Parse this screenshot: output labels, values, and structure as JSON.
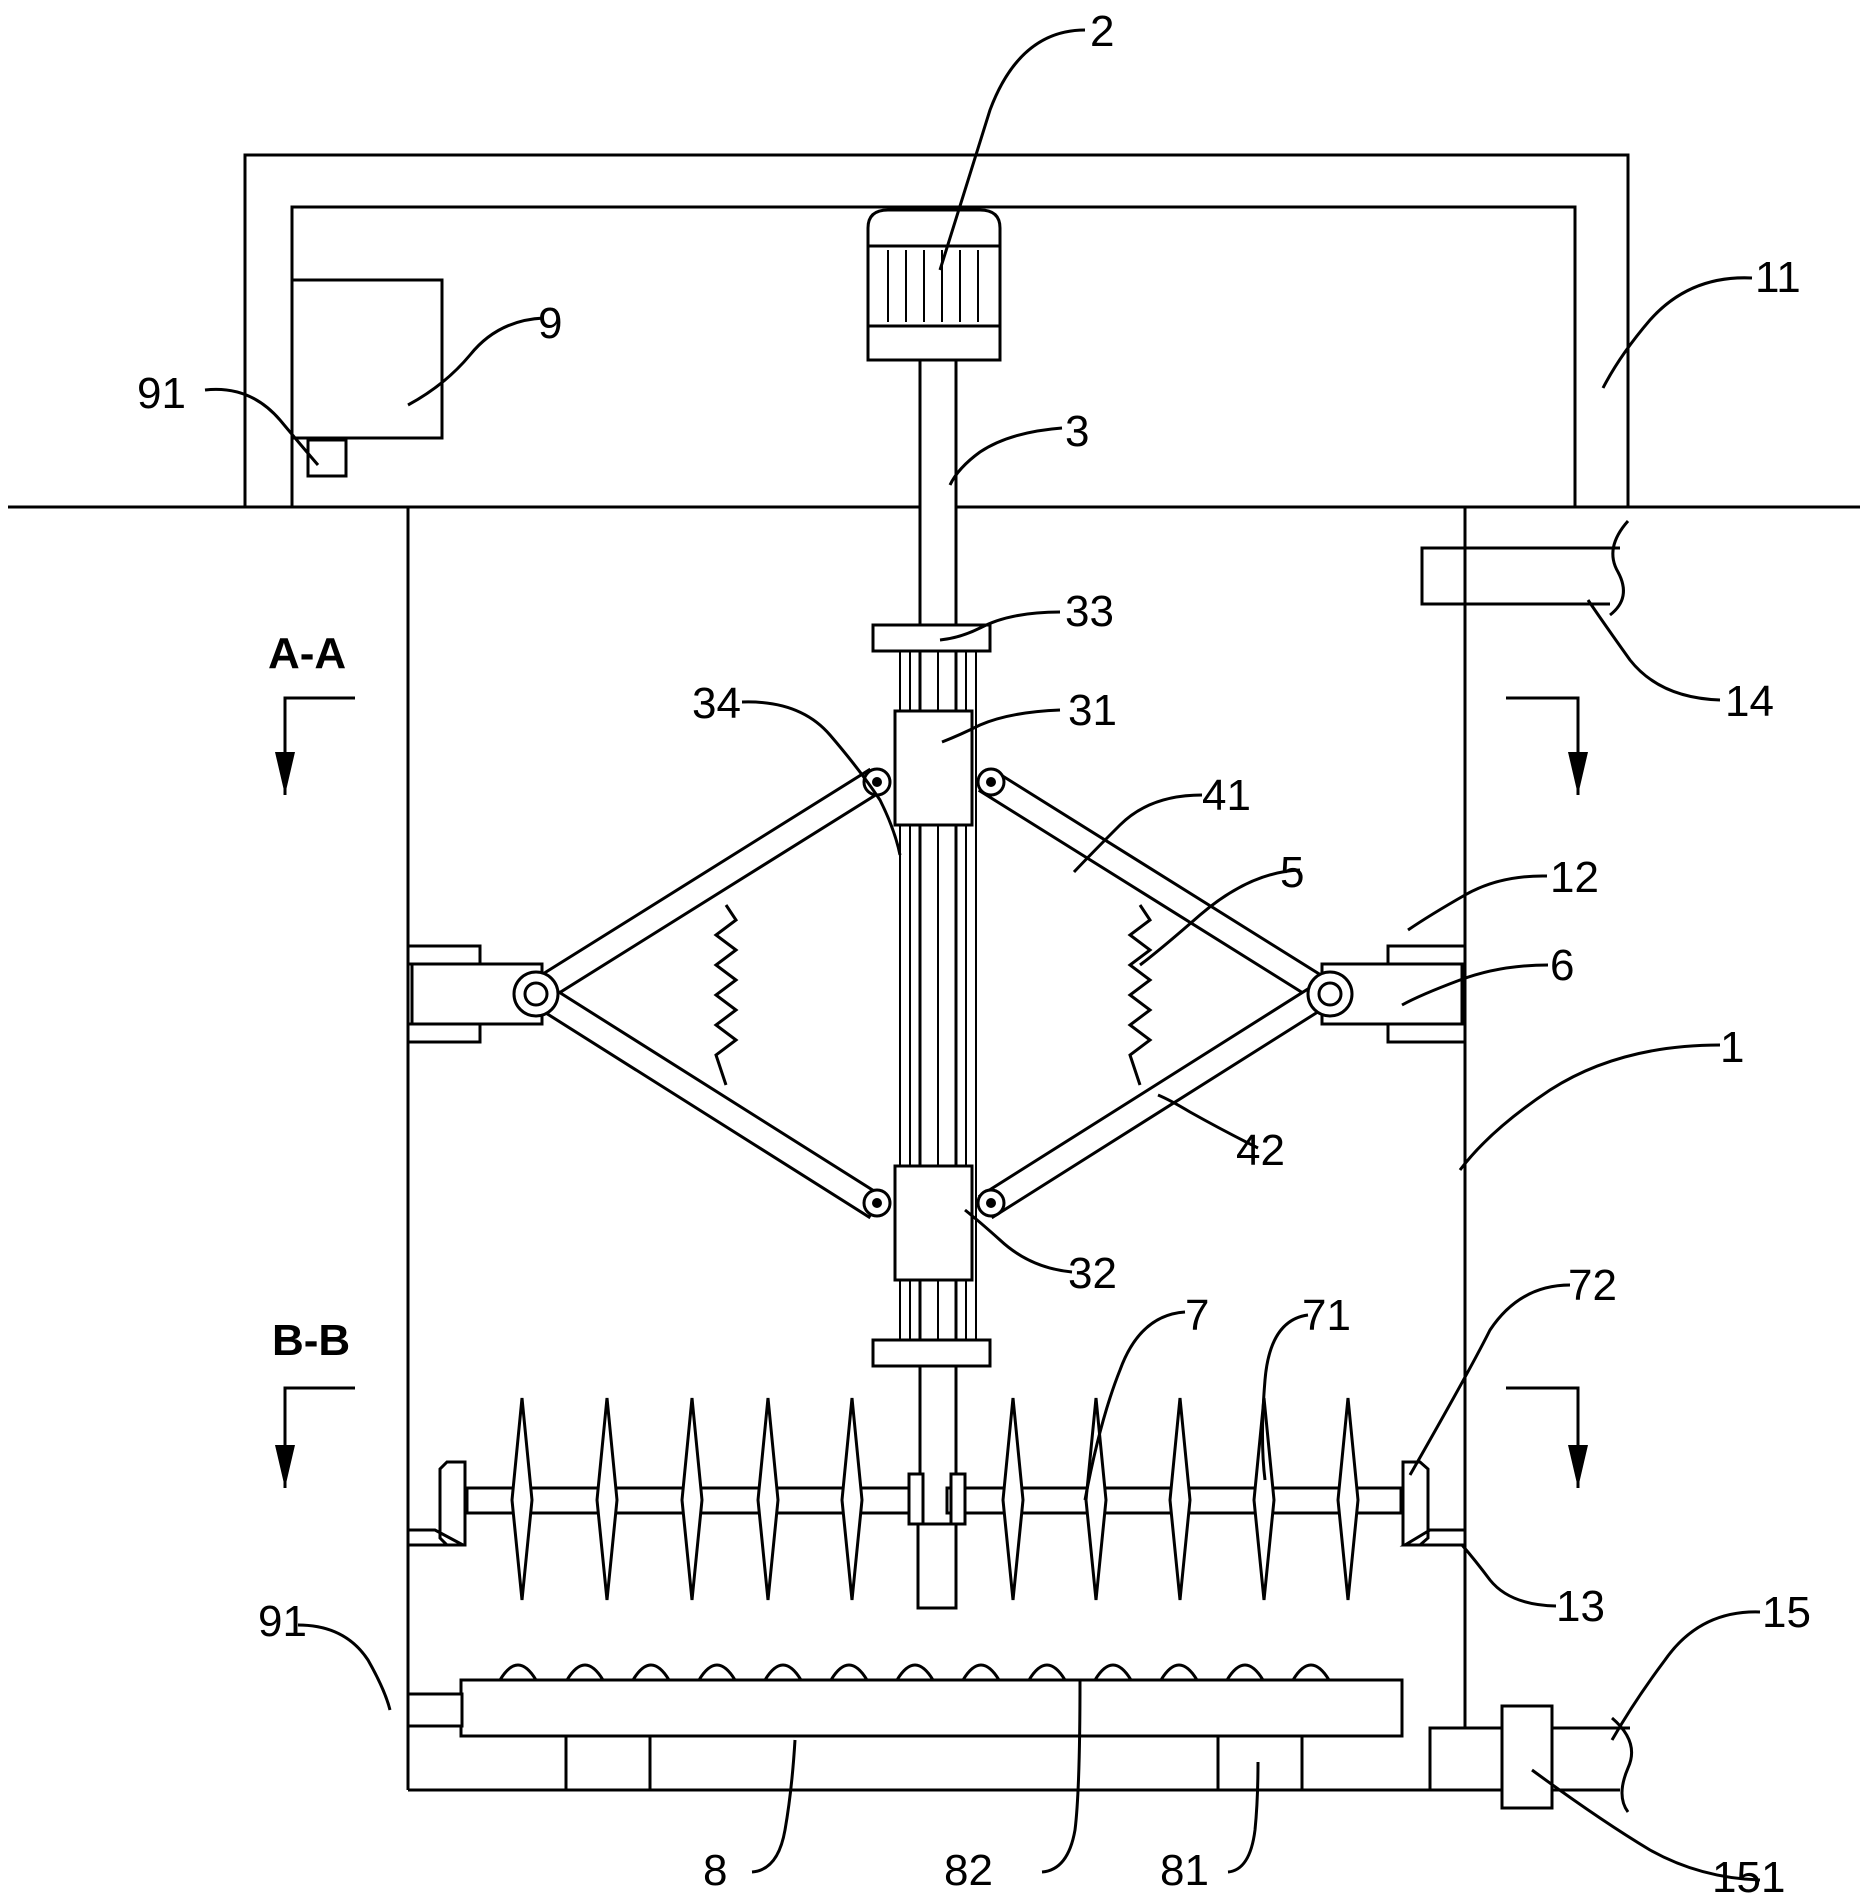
{
  "labels": {
    "n2": "2",
    "n11": "11",
    "n9": "9",
    "n91_top": "91",
    "n3": "3",
    "n33": "33",
    "n14": "14",
    "n34": "34",
    "n31": "31",
    "n41": "41",
    "n5": "5",
    "n12": "12",
    "n6": "6",
    "n1": "1",
    "n42": "42",
    "n32": "32",
    "n72": "72",
    "n7": "7",
    "n71": "71",
    "n13": "13",
    "n15": "15",
    "n91_bottom": "91",
    "n8": "8",
    "n82": "82",
    "n81": "81",
    "n151": "151"
  },
  "sections": {
    "upper": "A-A",
    "lower": "B-B"
  }
}
